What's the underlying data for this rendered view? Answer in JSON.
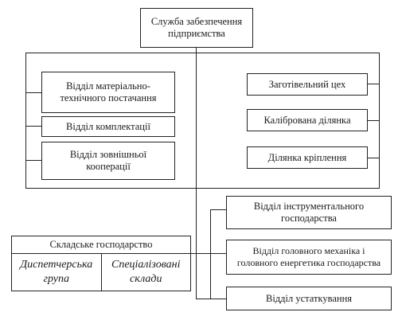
{
  "root": {
    "line1": "Служба забезпечення",
    "line2": "підприємства"
  },
  "left": {
    "supply": {
      "line1": "Відділ матеріально-",
      "line2": "технічного постачання"
    },
    "completing": {
      "label": "Відділ комплектації"
    },
    "cooperation": {
      "line1": "Відділ зовнішньої",
      "line2": "кооперації"
    }
  },
  "right": {
    "blank_shop": {
      "label": "Заготівельний цех"
    },
    "calibrated": {
      "label": "Калібрована ділянка"
    },
    "fastening": {
      "label": "Ділянка кріплення"
    },
    "tooling": {
      "line1": "Відділ інструментального",
      "line2": "господарства"
    },
    "chief_mech": {
      "line1": "Відділ головного механіка і",
      "line2": "головного енергетика господарства"
    },
    "equipment": {
      "label": "Відділ устаткування"
    }
  },
  "warehouse": {
    "title": "Складське господарство",
    "dispatch": {
      "line1": "Диспетчерська",
      "line2": "група"
    },
    "special": {
      "line1": "Спеціалізовані",
      "line2": "склади"
    }
  }
}
